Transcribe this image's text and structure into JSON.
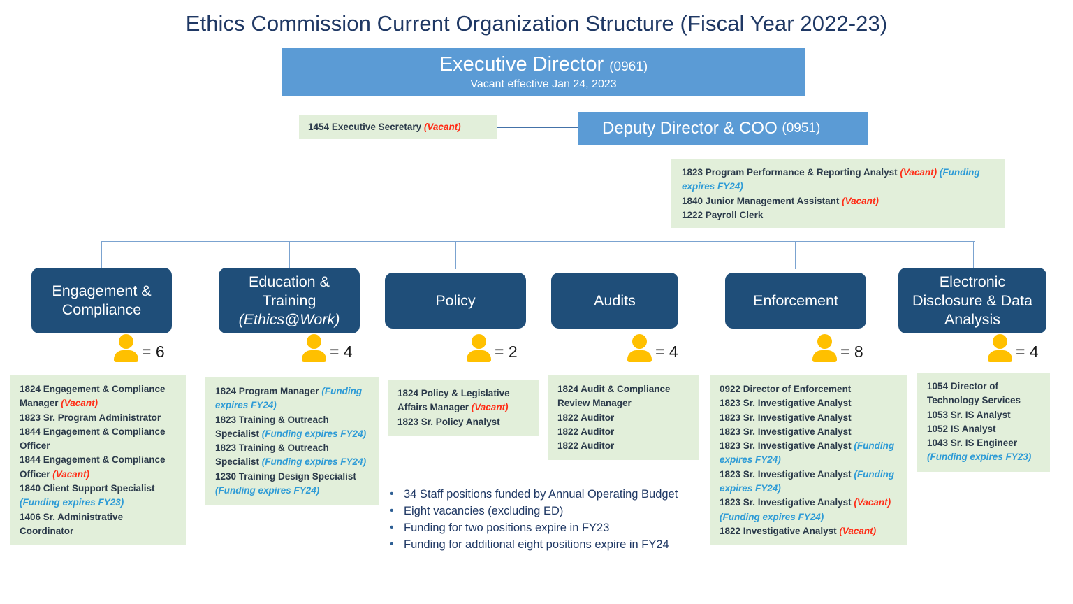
{
  "title": "Ethics Commission Current Organization Structure (Fiscal Year 2022-23)",
  "colors": {
    "title": "#1F3864",
    "top_box": "#5B9BD5",
    "division_box": "#1F4E79",
    "info_panel": "#E2EFDA",
    "vacant_text": "#FF2D17",
    "funding_text": "#2E9BD6",
    "person_icon": "#FFC000",
    "connector": "#4472A8"
  },
  "executive_director": {
    "title": "Executive Director",
    "code": "(0961)",
    "status": "Vacant effective Jan 24, 2023"
  },
  "executive_secretary": {
    "code": "1454",
    "title": "Executive Secretary",
    "status": "(Vacant)"
  },
  "deputy_director": {
    "title": "Deputy Director & COO",
    "code": "(0951)"
  },
  "coo_staff": [
    {
      "code": "1823",
      "title": "Program Performance & Reporting Analyst",
      "vacant": "(Vacant)",
      "funding": "(Funding expires FY24)"
    },
    {
      "code": "1840",
      "title": "Junior Management Assistant",
      "vacant": "(Vacant)",
      "funding": ""
    },
    {
      "code": "1222",
      "title": "Payroll Clerk",
      "vacant": "",
      "funding": ""
    }
  ],
  "divisions": [
    {
      "name": "Engagement & Compliance",
      "sub": "",
      "count_label": "= 6",
      "count": 6,
      "staff": [
        {
          "code": "1824",
          "title": "Engagement & Compliance Manager",
          "vacant": "(Vacant)",
          "funding": ""
        },
        {
          "code": "1823",
          "title": "Sr. Program Administrator",
          "vacant": "",
          "funding": ""
        },
        {
          "code": "1844",
          "title": "Engagement & Compliance Officer",
          "vacant": "",
          "funding": ""
        },
        {
          "code": "1844",
          "title": "Engagement & Compliance Officer",
          "vacant": "(Vacant)",
          "funding": ""
        },
        {
          "code": "1840",
          "title": "Client Support Specialist",
          "vacant": "",
          "funding": "(Funding expires FY23)"
        },
        {
          "code": "1406",
          "title": "Sr. Administrative Coordinator",
          "vacant": "",
          "funding": ""
        }
      ]
    },
    {
      "name": "Education & Training",
      "sub": "(Ethics@Work)",
      "count_label": "= 4",
      "count": 4,
      "staff": [
        {
          "code": "1824",
          "title": "Program Manager",
          "vacant": "",
          "funding": "(Funding expires FY24)"
        },
        {
          "code": "1823",
          "title": "Training & Outreach Specialist",
          "vacant": "",
          "funding": "(Funding expires FY24)"
        },
        {
          "code": "1823",
          "title": "Training & Outreach Specialist",
          "vacant": "",
          "funding": "(Funding expires FY24)"
        },
        {
          "code": "1230",
          "title": "Training Design Specialist",
          "vacant": "",
          "funding": "(Funding expires FY24)"
        }
      ]
    },
    {
      "name": "Policy",
      "sub": "",
      "count_label": "= 2",
      "count": 2,
      "staff": [
        {
          "code": "1824",
          "title": "Policy & Legislative Affairs Manager",
          "vacant": "(Vacant)",
          "funding": ""
        },
        {
          "code": "1823",
          "title": "Sr. Policy Analyst",
          "vacant": "",
          "funding": ""
        }
      ]
    },
    {
      "name": "Audits",
      "sub": "",
      "count_label": "= 4",
      "count": 4,
      "staff": [
        {
          "code": "1824",
          "title": "Audit & Compliance Review Manager",
          "vacant": "",
          "funding": ""
        },
        {
          "code": "1822",
          "title": "Auditor",
          "vacant": "",
          "funding": ""
        },
        {
          "code": "1822",
          "title": "Auditor",
          "vacant": "",
          "funding": ""
        },
        {
          "code": "1822",
          "title": "Auditor",
          "vacant": "",
          "funding": ""
        }
      ]
    },
    {
      "name": "Enforcement",
      "sub": "",
      "count_label": "= 8",
      "count": 8,
      "staff": [
        {
          "code": "0922",
          "title": "Director of Enforcement",
          "vacant": "",
          "funding": ""
        },
        {
          "code": "1823",
          "title": "Sr. Investigative Analyst",
          "vacant": "",
          "funding": ""
        },
        {
          "code": "1823",
          "title": "Sr. Investigative Analyst",
          "vacant": "",
          "funding": ""
        },
        {
          "code": "1823",
          "title": "Sr. Investigative Analyst",
          "vacant": "",
          "funding": ""
        },
        {
          "code": "1823",
          "title": "Sr. Investigative Analyst",
          "vacant": "",
          "funding": "(Funding expires FY24)"
        },
        {
          "code": "1823",
          "title": "Sr. Investigative Analyst",
          "vacant": "",
          "funding": "(Funding expires FY24)"
        },
        {
          "code": "1823",
          "title": "Sr. Investigative Analyst",
          "vacant": "(Vacant)",
          "funding": "(Funding expires FY24)"
        },
        {
          "code": "1822",
          "title": "Investigative Analyst",
          "vacant": "(Vacant)",
          "funding": ""
        }
      ]
    },
    {
      "name": "Electronic Disclosure & Data Analysis",
      "sub": "",
      "count_label": "= 4",
      "count": 4,
      "staff": [
        {
          "code": "1054",
          "title": "Director of Technology Services",
          "vacant": "",
          "funding": ""
        },
        {
          "code": "1053",
          "title": "Sr. IS Analyst",
          "vacant": "",
          "funding": ""
        },
        {
          "code": "1052",
          "title": "IS Analyst",
          "vacant": "",
          "funding": ""
        },
        {
          "code": "1043",
          "title": "Sr. IS Engineer",
          "vacant": "",
          "funding": "(Funding expires FY23)"
        }
      ]
    }
  ],
  "summary": [
    "34 Staff positions funded by Annual Operating Budget",
    "Eight vacancies (excluding ED)",
    "Funding for two positions expire in FY23",
    "Funding for additional eight positions expire in FY24"
  ]
}
